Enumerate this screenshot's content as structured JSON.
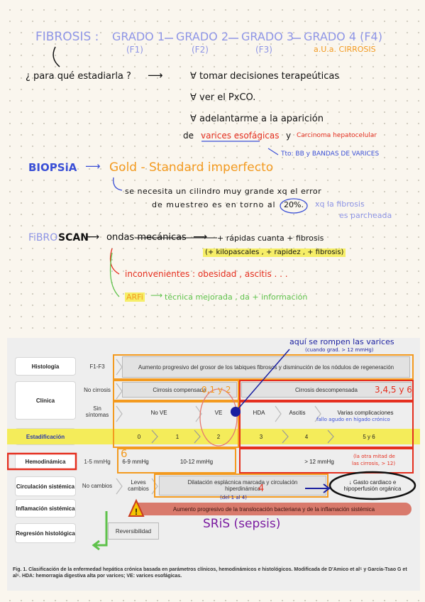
{
  "title": {
    "fibrosis": "FIBROSIS :",
    "grado1": "GRADO 1",
    "f1": "(F1)",
    "grado2": "GRADO 2",
    "f2": "(F2)",
    "grado3": "GRADO 3",
    "f3": "(F3)",
    "grado4": "GRADO 4 (F4)",
    "ama": "a.U.a. CIRROSIS"
  },
  "notes": {
    "question": "¿ para qué estadiarla ?",
    "reason1": "∀ tomar decisiones terapeúticas",
    "reason2": "∀ ver el PxCO.",
    "reason3": "∀ adelantarme a la aparición",
    "reason3b_pre": "de",
    "reason3b_varices": "varices esofágicas",
    "reason3b_y": "y",
    "reason3b_carcinoma": "Carcinoma hepatocelular",
    "reason3c": "Tto: BB y BANDAS DE VARICES",
    "biopsia": "BIOPSiA",
    "gold": "Gold - Standard imperfecto",
    "biopsia_note1": "se necesita un cilindro muy grande xq el error",
    "biopsia_note2_pre": "de muestreo es en torno al",
    "biopsia_note2_pct": "20%.",
    "biopsia_aside1": "xq la fibrosis",
    "biopsia_aside2": "es parcheada",
    "fibro_a": "FiBRO",
    "fibro_b": "SCAN",
    "ondas": "ondas mecánicas",
    "ondas_res": "+ rápidas cuanta + fibrosis",
    "ondas_paren": "(+ kilopascales , + rapidez , + fibrosis)",
    "inconv": "inconvenientes : obesidad , ascitis . . .",
    "arfi": "ARFi",
    "arfi_note": "técnica mejorada , da + información",
    "arrow": "⟶"
  },
  "annotations": {
    "aqui": "aquí se rompen las varices",
    "aqui_sub": "(cuando grad. > 12 mmHg)",
    "n012": "0,1 y 2",
    "n3456": "3,4,5 y 6",
    "fallo": "fallo agudo en hígado crónico",
    "otra_mitad1": "(la otra mitad de",
    "otra_mitad2": "las cirrosis, > 12)",
    "n6": "6",
    "n4": "4",
    "del1al4": "(del 1 al 4)",
    "sris": "SRiS (sepsis)"
  },
  "figure": {
    "rows": {
      "histologia": "Histología",
      "clinica": "Clínica",
      "estadificacion": "Estadificación",
      "hemodinamica": "Hemodinámica",
      "circulacion": "Circulación sistémica",
      "inflamacion": "Inflamación sistémica",
      "regresion": "Regresión histológica"
    },
    "hist_sub": "F1-F3",
    "hist_text": "Aumento progresivo del grosor de los tabiques fibrosos y disminución de los nódulos de regeneración",
    "clin_no_cirrosis": "No cirrosis",
    "clin_compensada": "Cirrosis compensada",
    "clin_descompensada": "Cirrosis descompensada",
    "clin_sin_sintomas": "Sin síntomas",
    "no_ve": "No VE",
    "ve": "VE",
    "hda": "HDA",
    "ascitis": "Ascitis",
    "varias": "Varias complicaciones",
    "stages": [
      "0",
      "1",
      "2",
      "3",
      "4",
      "5 y 6"
    ],
    "hemo_1_5": "1-5 mmHg",
    "hemo_6_9": "6-9 mmHg",
    "hemo_10_12": "10-12 mmHg",
    "hemo_gt12": "> 12 mmHg",
    "circ_no_cambios": "No cambios",
    "circ_leves": "Leves cambios",
    "circ_dilatacion": "Dilatación esplácnica marcada y circulación hiperdinámica",
    "circ_gasto": "↓ Gasto cardiaco e hipoperfusión orgánica",
    "inflam_text": "Aumento progresivo de la translocación bacteriana y de la inflamación sistémica",
    "reversibilidad": "Reversibilidad",
    "caption": "Fig. 1. Clasificación de la enfermedad hepática crónica basada en parámetros clínicos, hemodinámicos e histológicos. Modificada de D'Amico et al⁵ y García-Tsao G et al⁶. HDA: hemorragia digestiva alta por varices; VE: varices esofágicas."
  },
  "colors": {
    "blue": "#3a4fd6",
    "orange": "#f39a1f",
    "red": "#e52f1f",
    "green": "#5fc24b",
    "yellow_band": "#f4ec5a",
    "salmon_band": "#d97a6c"
  }
}
